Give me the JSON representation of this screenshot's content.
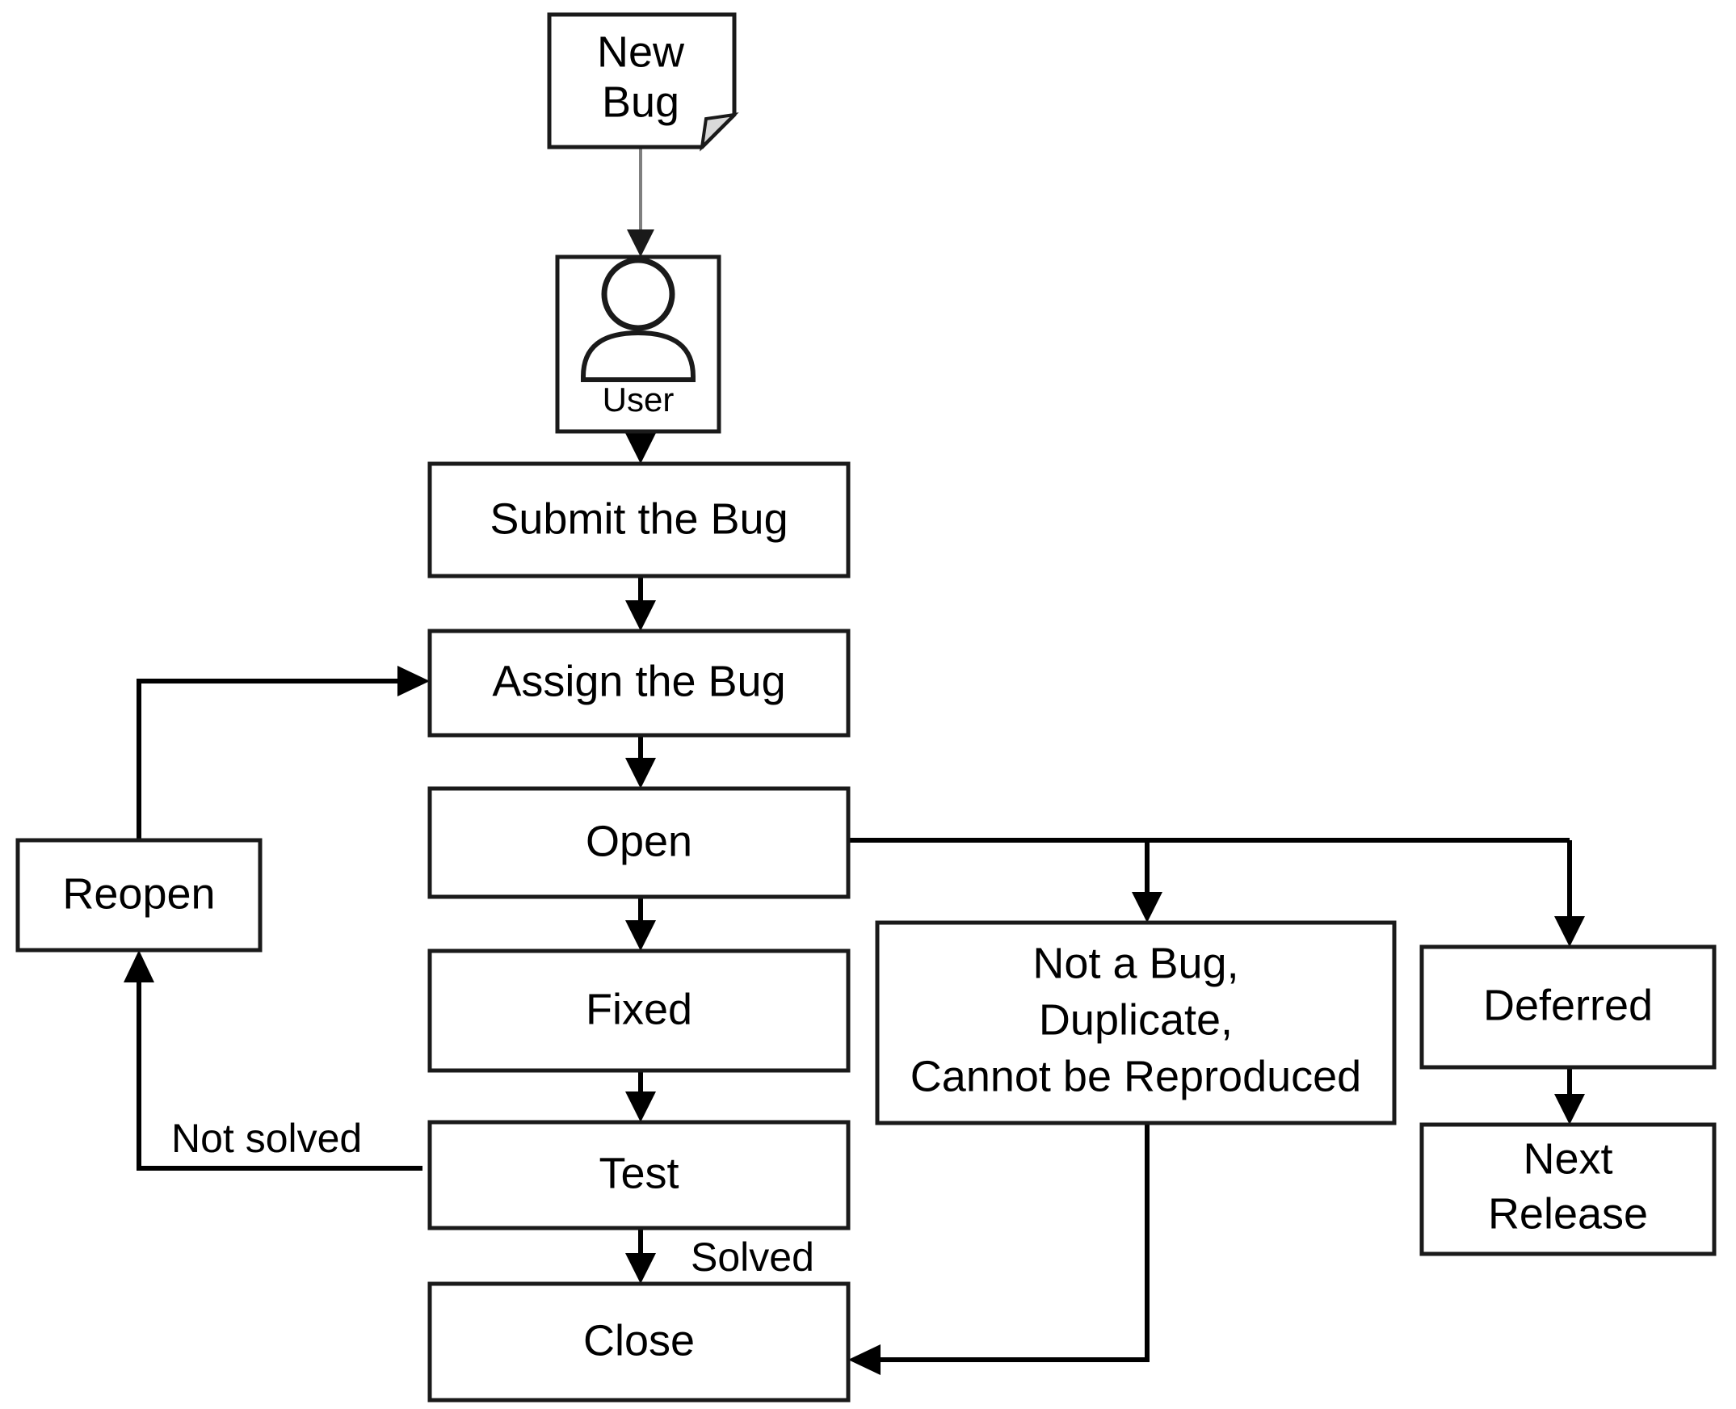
{
  "diagram": {
    "title": "Bug Life Cycle Flowchart",
    "type": "flowchart",
    "nodes": [
      {
        "id": "new-bug",
        "label_lines": [
          "New",
          "Bug"
        ],
        "shape": "document"
      },
      {
        "id": "user",
        "label_lines": [
          "User"
        ],
        "shape": "actor-box",
        "icon": "user-person-icon"
      },
      {
        "id": "submit",
        "label_lines": [
          "Submit the Bug"
        ],
        "shape": "rect"
      },
      {
        "id": "assign",
        "label_lines": [
          "Assign the Bug"
        ],
        "shape": "rect"
      },
      {
        "id": "open",
        "label_lines": [
          "Open"
        ],
        "shape": "rect"
      },
      {
        "id": "fixed",
        "label_lines": [
          "Fixed"
        ],
        "shape": "rect"
      },
      {
        "id": "test",
        "label_lines": [
          "Test"
        ],
        "shape": "rect"
      },
      {
        "id": "close",
        "label_lines": [
          "Close"
        ],
        "shape": "rect"
      },
      {
        "id": "reopen",
        "label_lines": [
          "Reopen"
        ],
        "shape": "rect"
      },
      {
        "id": "not-a-bug",
        "label_lines": [
          "Not a Bug,",
          "Duplicate,",
          "Cannot be Reproduced"
        ],
        "shape": "rect"
      },
      {
        "id": "deferred",
        "label_lines": [
          "Deferred"
        ],
        "shape": "rect"
      },
      {
        "id": "next-release",
        "label_lines": [
          "Next",
          "Release"
        ],
        "shape": "rect"
      }
    ],
    "edges": [
      {
        "from": "new-bug",
        "to": "user",
        "label": ""
      },
      {
        "from": "user",
        "to": "submit",
        "label": ""
      },
      {
        "from": "submit",
        "to": "assign",
        "label": ""
      },
      {
        "from": "assign",
        "to": "open",
        "label": ""
      },
      {
        "from": "open",
        "to": "fixed",
        "label": ""
      },
      {
        "from": "open",
        "to": "not-a-bug",
        "label": ""
      },
      {
        "from": "open",
        "to": "deferred",
        "label": ""
      },
      {
        "from": "fixed",
        "to": "test",
        "label": ""
      },
      {
        "from": "test",
        "to": "close",
        "label": "Solved"
      },
      {
        "from": "test",
        "to": "reopen",
        "label": "Not solved"
      },
      {
        "from": "reopen",
        "to": "assign",
        "label": ""
      },
      {
        "from": "not-a-bug",
        "to": "close",
        "label": ""
      },
      {
        "from": "deferred",
        "to": "next-release",
        "label": ""
      }
    ],
    "edge_labels": {
      "not_solved": "Not solved",
      "solved": "Solved"
    },
    "colors": {
      "stroke": "#1a1a1a",
      "connector": "#000000",
      "fill": "#ffffff",
      "fold": "#d9d9d9",
      "thin_connector": "#7f7f7f"
    }
  },
  "labels": {
    "new_bug_line1": "New",
    "new_bug_line2": "Bug",
    "user": "User",
    "submit": "Submit the Bug",
    "assign": "Assign the Bug",
    "open": "Open",
    "fixed": "Fixed",
    "test": "Test",
    "close": "Close",
    "reopen": "Reopen",
    "notabug_line1": "Not a Bug,",
    "notabug_line2": "Duplicate,",
    "notabug_line3": "Cannot be Reproduced",
    "deferred": "Deferred",
    "next_release_line1": "Next",
    "next_release_line2": "Release",
    "not_solved": "Not solved",
    "solved": "Solved"
  }
}
